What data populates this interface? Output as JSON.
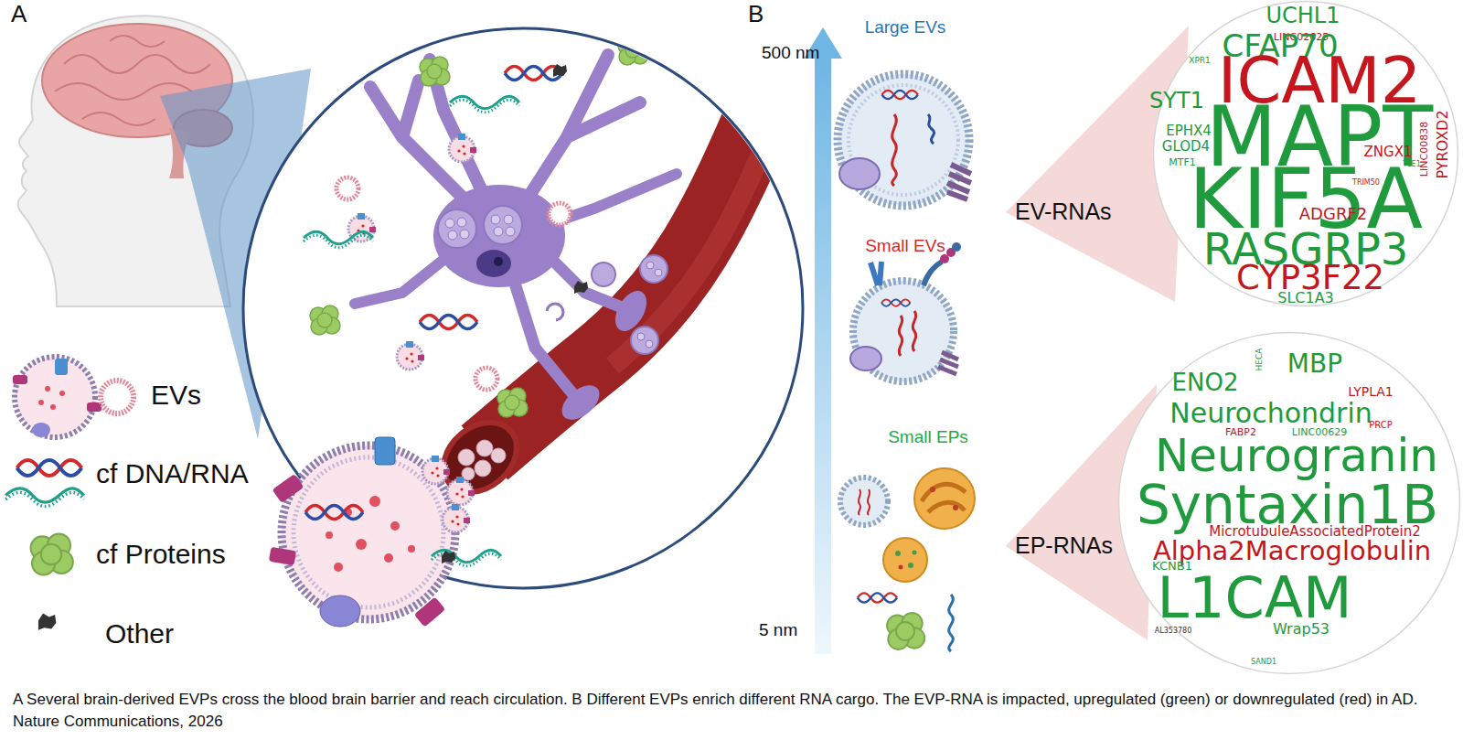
{
  "diagram": {
    "caption": "A Several brain-derived EVPs cross the blood brain barrier and reach circulation. B Different EVPs enrich different RNA cargo. The EVP-RNA is impacted, upregulated (green) or downregulated (red) in AD. Nature Communications, 2026",
    "nodes": [
      {
        "text": [
          "UCHL1",
          "LINC02625",
          "CFAP70",
          "XPR1",
          "ICAM2",
          "MAPT",
          "SYT1",
          "EPHX4",
          "GLOD4",
          "MTF1",
          "ZNGX1",
          "TLE1",
          "LINC00838",
          "PYROXD2",
          "TRIM50",
          "KIF5A",
          "ADGRF2",
          "RASGRP3",
          "CYP3F22",
          "SLC1A3"
        ]
      },
      {
        "text": [
          "HECA",
          "MBP",
          "ENO2",
          "LYPLA1",
          "Neurochondrin",
          "FABP2",
          "LINC00629",
          "PRCP",
          "Neurogranin",
          "Syntaxin1B",
          "MicrotubuleAssociatedProtein2",
          "Alpha2Macroglobulin",
          "KCNB1",
          "L1CAM",
          "AL353780",
          "Wrap53",
          "SAND1"
        ]
      }
    ],
    "labels": [
      "A",
      "B",
      "500 nm",
      "Large EVs",
      "Small EVs",
      "EV-RNAs",
      "Small EPs",
      "EP-RNAs",
      "5 nm"
    ],
    "legend": [
      {
        "text": "EVs"
      },
      {
        "text": "cf DNA/RNA"
      },
      {
        "text": "cf Proteins"
      },
      {
        "text": "Other"
      }
    ]
  }
}
